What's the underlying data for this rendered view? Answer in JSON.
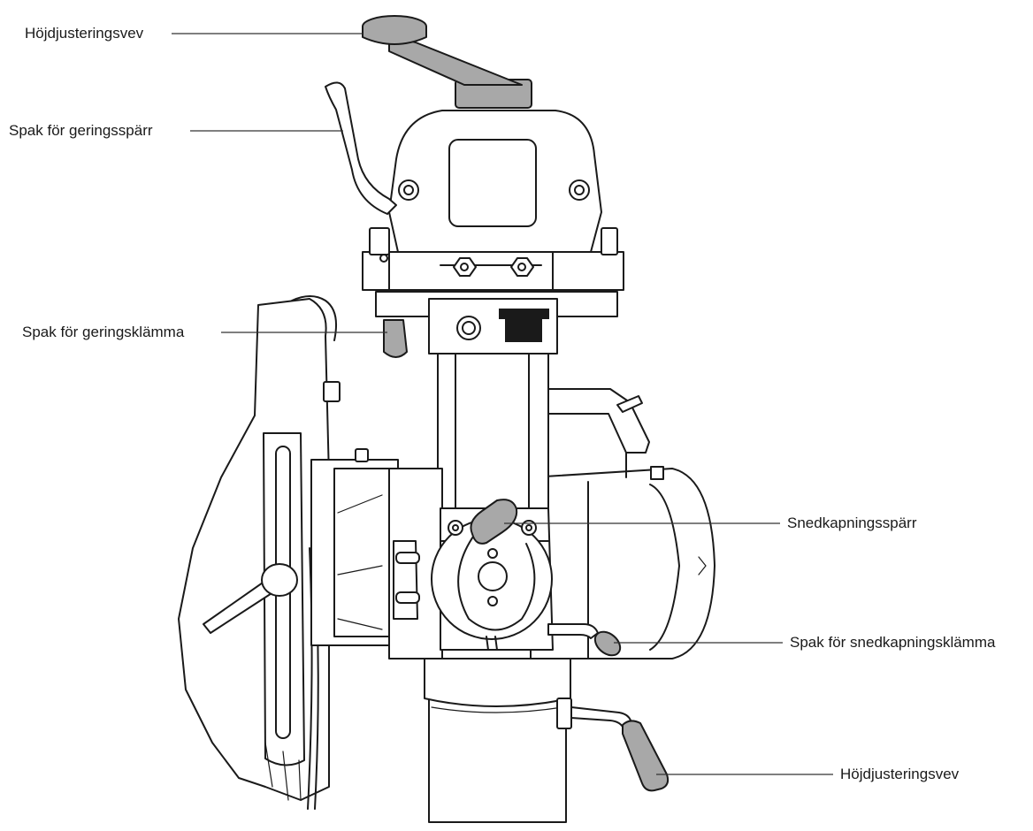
{
  "labels": {
    "height_crank_top": "Höjdjusteringsvev",
    "miter_lock_lever": "Spak för geringsspärr",
    "miter_clamp_lever": "Spak för geringsklämma",
    "bevel_lock": "Snedkapningsspärr",
    "bevel_clamp_lever": "Spak för snedkapningsklämma",
    "height_crank_bottom": "Höjdjusteringsvev"
  },
  "colors": {
    "line": "#1a1a1a",
    "shade": "#a8a8a8",
    "dark": "#1a1a1a",
    "background": "#ffffff"
  }
}
